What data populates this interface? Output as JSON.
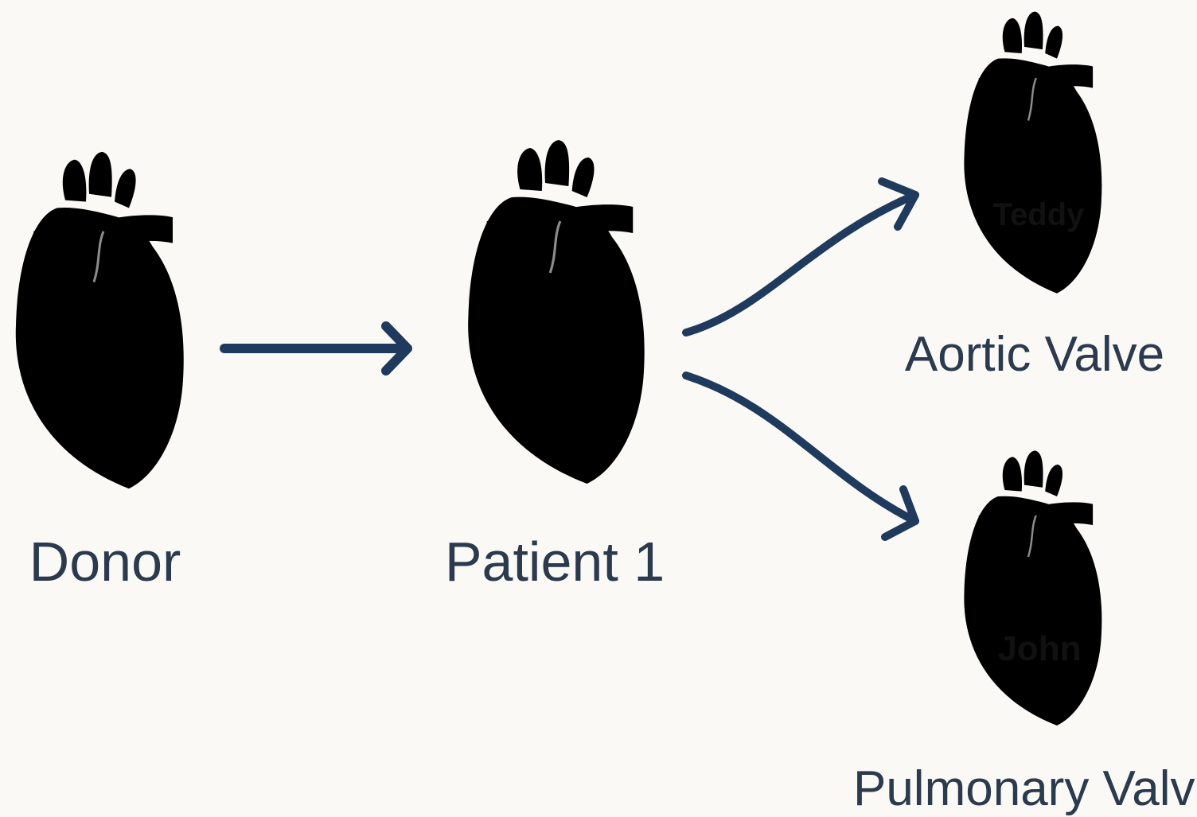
{
  "colors": {
    "background": "#faf9f6",
    "heart_red": "#e24a30",
    "heart_red_dark": "#c8381f",
    "heart_orange": "#f07a3f",
    "heart_orange_dark": "#d9622a",
    "heart_blue": "#3a7bd5",
    "heart_blue_dark": "#2a63b8",
    "arrow": "#1f3a5c",
    "label": "#2b3a4d",
    "inner_label": "#111111"
  },
  "nodes": {
    "donor": {
      "label": "Donor",
      "icon": "heart-icon"
    },
    "patient": {
      "label": "Patient 1",
      "icon": "heart-icon"
    },
    "aortic": {
      "label": "Aortic Valve",
      "recipient": "Teddy",
      "icon": "heart-icon"
    },
    "pulmonary": {
      "label": "Pulmonary Valve",
      "recipient": "John",
      "icon": "heart-icon"
    }
  },
  "edges": [
    {
      "from": "donor",
      "to": "patient"
    },
    {
      "from": "patient",
      "to": "aortic"
    },
    {
      "from": "patient",
      "to": "pulmonary"
    }
  ]
}
